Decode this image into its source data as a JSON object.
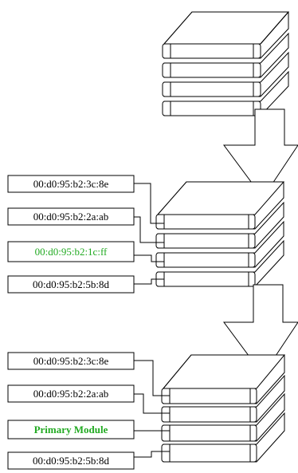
{
  "colors": {
    "stroke": "#000000",
    "fill": "#ffffff",
    "highlight": "#22aa22"
  },
  "groups": [
    {
      "id": "top-stack",
      "labels": []
    },
    {
      "id": "middle-stack",
      "labels": [
        {
          "text": "00:d0:95:b2:3c:8e",
          "style": "normal"
        },
        {
          "text": "00:d0:95:b2:2a:ab",
          "style": "normal"
        },
        {
          "text": "00:d0:95:b2:1c:ff",
          "style": "green"
        },
        {
          "text": "00:d0:95:b2:5b:8d",
          "style": "normal"
        }
      ]
    },
    {
      "id": "bottom-stack",
      "labels": [
        {
          "text": "00:d0:95:b2:3c:8e",
          "style": "normal"
        },
        {
          "text": "00:d0:95:b2:2a:ab",
          "style": "normal"
        },
        {
          "text": "Primary Module",
          "style": "green-bold"
        },
        {
          "text": "00:d0:95:b2:5b:8d",
          "style": "normal"
        }
      ]
    }
  ],
  "arrows": [
    {
      "id": "arrow-top-to-middle",
      "direction": "down"
    },
    {
      "id": "arrow-middle-to-bottom",
      "direction": "down"
    }
  ]
}
